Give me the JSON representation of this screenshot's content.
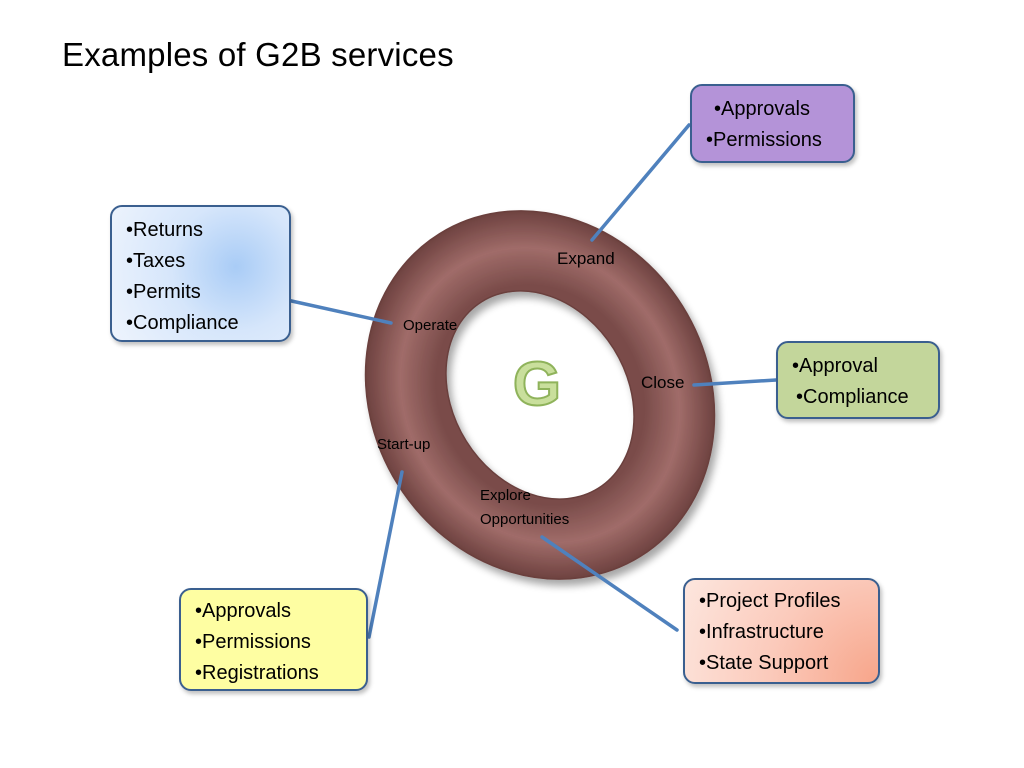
{
  "title": "Examples of G2B services",
  "center_letter": "G",
  "ring": {
    "color": "#8b5a58",
    "labels": {
      "expand": "Expand",
      "operate": "Operate",
      "close": "Close",
      "startup": "Start-up",
      "explore": "Explore\nOpportunities"
    }
  },
  "boxes": {
    "operate": {
      "color": "#d6e6fb",
      "items": [
        "Returns",
        "Taxes",
        "Permits",
        "Compliance"
      ]
    },
    "expand": {
      "color": "#b493d8",
      "items": [
        "Approvals",
        "Permissions"
      ]
    },
    "close": {
      "color": "#c3d69b",
      "items": [
        "Approval",
        "Compliance"
      ]
    },
    "startup": {
      "color": "#fefea2",
      "items": [
        "Approvals",
        "Permissions",
        "Registrations"
      ]
    },
    "explore": {
      "color": "#fbcabb",
      "items": [
        "Project Profiles",
        "Infrastructure",
        "State Support"
      ]
    }
  },
  "connector_color": "#4f81bd"
}
